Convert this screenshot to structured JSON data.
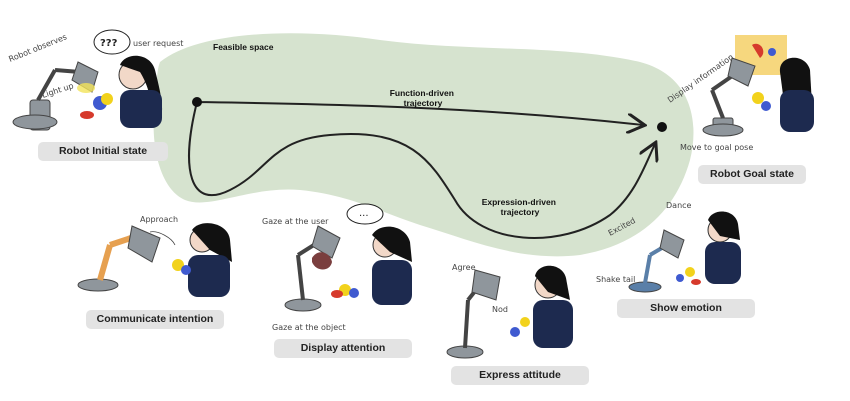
{
  "space_label": "Feasible space",
  "trajectories": {
    "function": [
      "Function-driven",
      "trajectory"
    ],
    "expression": [
      "Expression-driven",
      "trajectory"
    ]
  },
  "annotations": {
    "robot_observes": "Robot observes",
    "user_request": "user request",
    "speech_marks": "???",
    "light_up": "Light up",
    "display_information": "Display information",
    "move_to_goal": "Move to goal pose",
    "approach": "Approach",
    "gaze_user": "Gaze at the user",
    "gaze_object": "Gaze at the object",
    "speech_dots": "...",
    "agree": "Agree",
    "nod": "Nod",
    "excited": "Excited",
    "dance": "Dance",
    "shake_tail": "Shake tail"
  },
  "captions": {
    "initial": "Robot Initial state",
    "goal": "Robot Goal state",
    "communicate": "Communicate intention",
    "attention": "Display attention",
    "attitude": "Express attitude",
    "emotion": "Show emotion"
  },
  "colors": {
    "space_fill": "#d6e3cf",
    "lamp_gray": "#8f969c",
    "lamp_blue": "#5a7fa8",
    "lamp_orange": "#e6a050",
    "lamp_brown": "#7a3e3e",
    "shirt": "#1d2a4f",
    "hair": "#111111",
    "object_yellow": "#f2d21c",
    "object_red": "#d63a2c",
    "object_blue": "#3f5ad0"
  }
}
